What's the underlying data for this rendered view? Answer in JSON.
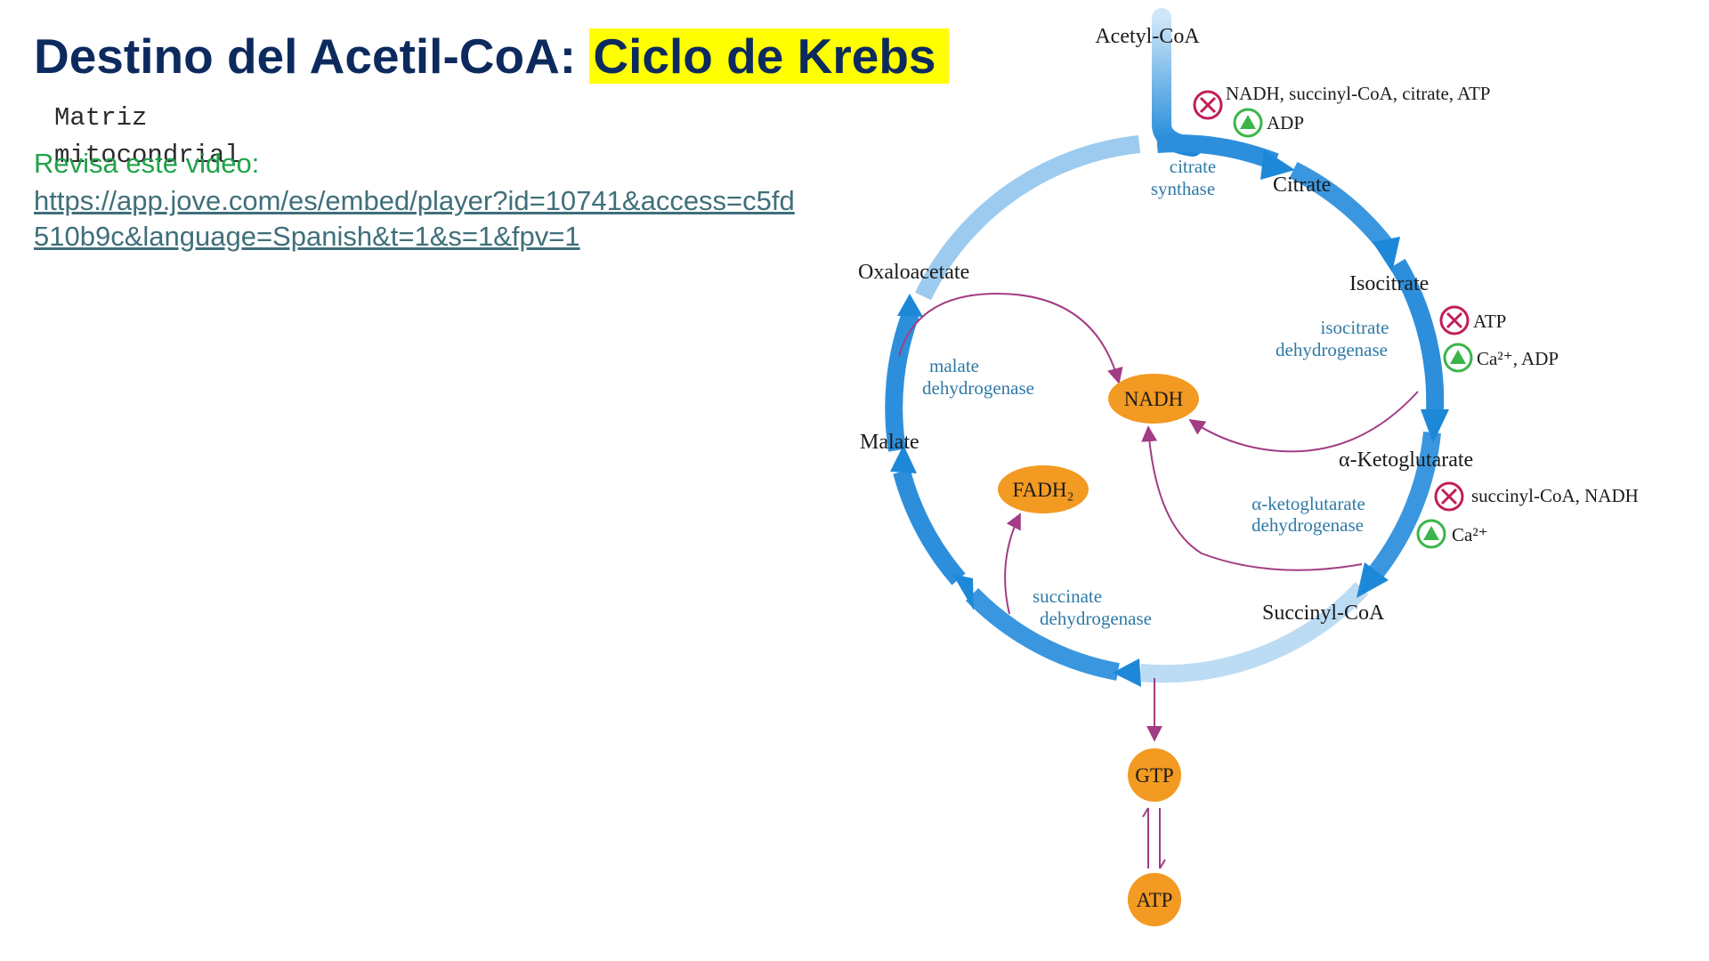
{
  "slide": {
    "title_main": "Destino del Acetil-CoA:",
    "title_highlight": "Ciclo de Krebs",
    "matrix_label": "Matriz mitocondrial",
    "video_label": "Revisa este video:",
    "video_link": "https://app.jove.com/es/embed/player?id=10741&access=c5fd510b9c&language=Spanish&t=1&s=1&fpv=1"
  },
  "diagram": {
    "metabolites": {
      "acetyl_coa": "Acetyl-CoA",
      "citrate": "Citrate",
      "isocitrate": "Isocitrate",
      "alpha_ketoglutarate": "α-Ketoglutarate",
      "succinyl_coa": "Succinyl-CoA",
      "malate": "Malate",
      "oxaloacetate": "Oxaloacetate"
    },
    "enzymes": {
      "citrate_synthase": [
        "citrate",
        "synthase"
      ],
      "isocitrate_dehydrogenase": [
        "isocitrate",
        "dehydrogenase"
      ],
      "akg_dehydrogenase": [
        "α-ketoglutarate",
        "dehydrogenase"
      ],
      "succinate_dehydrogenase": [
        "succinate",
        "dehydrogenase"
      ],
      "malate_dehydrogenase": [
        "malate",
        "dehydrogenase"
      ]
    },
    "regulation": {
      "citrate_synthase_inhibitors": "NADH, succinyl-CoA, citrate, ATP",
      "citrate_synthase_activators": "ADP",
      "isocitrate_dh_inhibitors": "ATP",
      "isocitrate_dh_activators": "Ca²⁺, ADP",
      "akg_dh_inhibitors": "succinyl-CoA, NADH",
      "akg_dh_activators": "Ca²⁺"
    },
    "cofactors": {
      "nadh": "NADH",
      "fadh2": "FADH₂",
      "gtp": "GTP",
      "atp": "ATP"
    },
    "icons": {
      "inhibitor": "inhibitor-x-icon",
      "activator": "activator-triangle-icon"
    },
    "colors": {
      "title": "#0d2a5e",
      "title_highlight": "#ffff00",
      "video_label": "#1fa34a",
      "cycle_arrow": "#1e88d8",
      "enzyme_text": "#2f7aa7",
      "purple_arrow": "#a23c84",
      "cofactor_fill": "#f29a22",
      "inhibitor": "#c01e5a",
      "activator": "#3bb54a"
    }
  }
}
